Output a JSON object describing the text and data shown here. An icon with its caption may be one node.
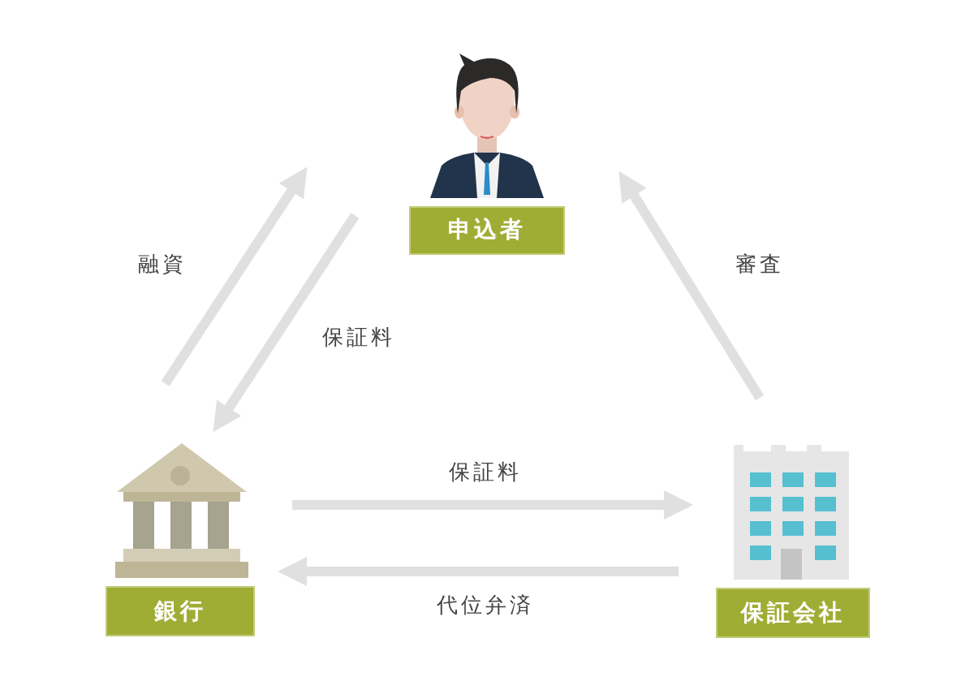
{
  "diagram": {
    "nodes": [
      {
        "text": [
          "申込者"
        ]
      },
      {
        "text": [
          "銀行"
        ]
      },
      {
        "text": [
          "保証会社"
        ]
      }
    ],
    "edges": [
      {
        "from": 1,
        "to": 0,
        "arrow": "to",
        "label": "融資"
      },
      {
        "from": 0,
        "to": 1,
        "arrow": "to",
        "label": "保証料"
      },
      {
        "from": 2,
        "to": 0,
        "arrow": "to",
        "label": "審査"
      },
      {
        "from": 1,
        "to": 2,
        "arrow": "to",
        "label": "保証料"
      },
      {
        "from": 2,
        "to": 1,
        "arrow": "to",
        "label": "代位弁済"
      }
    ]
  }
}
